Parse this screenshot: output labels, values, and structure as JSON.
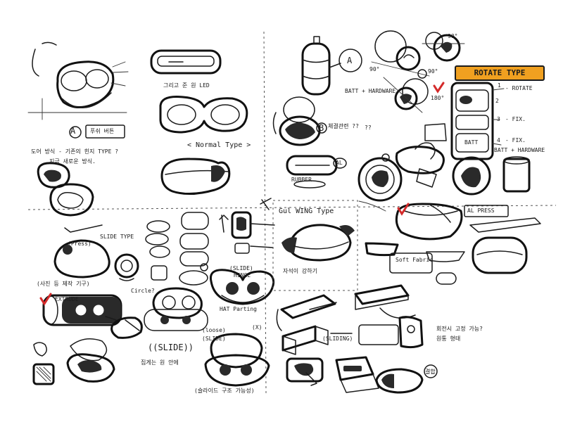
{
  "labels": {
    "lbl_a1": "A",
    "lbl_a2": "A",
    "lbl_b": "B",
    "normal_type": "< Normal Type >",
    "rotate_type": "ROTATE TYPE",
    "rotate": "- ROTATE",
    "fix1": "- FIX.",
    "fix2": "- FIX.",
    "batt_hardware_1": "BATT + HARDWARE",
    "batt_hardware_2": "BATT + HARDWARE",
    "batt": "BATT",
    "num_1": "1",
    "num_2": "2",
    "num_3": "3",
    "num_4": "4",
    "deg90_1": "90°",
    "deg90_2": "90°",
    "deg90_3": "180°",
    "deg90_4": "90°",
    "rubber": "RUBBER",
    "al1": "AL",
    "al_press": "AL PRESS",
    "gull_wing": "Gul WING Type",
    "slide_type": "SLIDE TYPE",
    "press": "(Press)",
    "circle": "Circle?",
    "slide_paren": "(SLIDE)",
    "hinge_type": "HINGE",
    "extrude": "EXTRUDE",
    "slide_big": "((SLIDE))",
    "sliding": "(SLIDING)",
    "soft_fabric": "Soft Fabric",
    "hat_parting": "HAT Parting",
    "loose": "(loose)",
    "slide_small": "(SLIDE)",
    "x_mark": "(X)",
    "q_mark": "??",
    "korean_1": "도어 방식 - 기존의 힌지 TYPE ?",
    "korean_2": "지금 새로운 방식.",
    "korean_3": "푸쉬 버튼",
    "korean_4": "그리고 준 원 LED",
    "korean_5": "체결관련 ??",
    "korean_6": "자석이 강하기",
    "korean_7": "(사진 등 제작 기구)",
    "korean_8": "집게는 원 안에",
    "korean_9": "(슬라이드 구조 가능성)",
    "korean_10": "회전시 고정 가능?",
    "korean_11": "원통 형태",
    "korean_12": "결합"
  }
}
